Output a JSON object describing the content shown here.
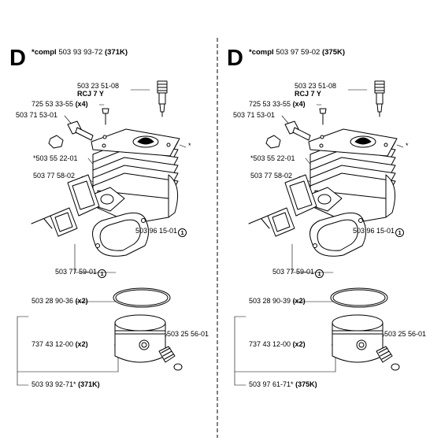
{
  "panels": [
    {
      "letter": "D",
      "title": {
        "prefix": "*compl",
        "code": "503 93 93-72",
        "model": "(371K)"
      },
      "labels": {
        "spark_plug_code": "503 23 51-08",
        "spark_plug_type": "RCJ 7 Y",
        "screw_code": "725 53 33-55",
        "screw_qty": "(x4)",
        "valve_code": "503 71 53-01",
        "cap_code": "*503 55 22-01",
        "gasket_plate_code": "503 77 58-02",
        "base_gasket_code": "503 96 15-01",
        "base_gasket_mark": "1",
        "exhaust_gasket_code": "503 77 59-01",
        "exhaust_gasket_mark": "1",
        "ring_code": "503 28 90-36",
        "ring_qty": "(x2)",
        "circlip_code": "737 43 12-00",
        "circlip_qty": "(x2)",
        "bearing_code": "503 25 56-01",
        "piston_code": "503 93 92-71*",
        "piston_model": "(371K)",
        "cylinder_star": "*"
      }
    },
    {
      "letter": "D",
      "title": {
        "prefix": "*compl",
        "code": "503 97 59-02",
        "model": "(375K)"
      },
      "labels": {
        "spark_plug_code": "503 23 51-08",
        "spark_plug_type": "RCJ 7 Y",
        "screw_code": "725 53 33-55",
        "screw_qty": "(x4)",
        "valve_code": "503 71 53-01",
        "cap_code": "*503 55 22-01",
        "gasket_plate_code": "503 77 58-02",
        "base_gasket_code": "503 96 15-01",
        "base_gasket_mark": "1",
        "exhaust_gasket_code": "503 77 59-01",
        "exhaust_gasket_mark": "1",
        "ring_code": "503 28 90-39",
        "ring_qty": "(x2)",
        "circlip_code": "737 43 12-00",
        "circlip_qty": "(x2)",
        "bearing_code": "503 25 56-01",
        "piston_code": "503 97 61-71*",
        "piston_model": "(375K)",
        "cylinder_star": "*"
      }
    }
  ]
}
